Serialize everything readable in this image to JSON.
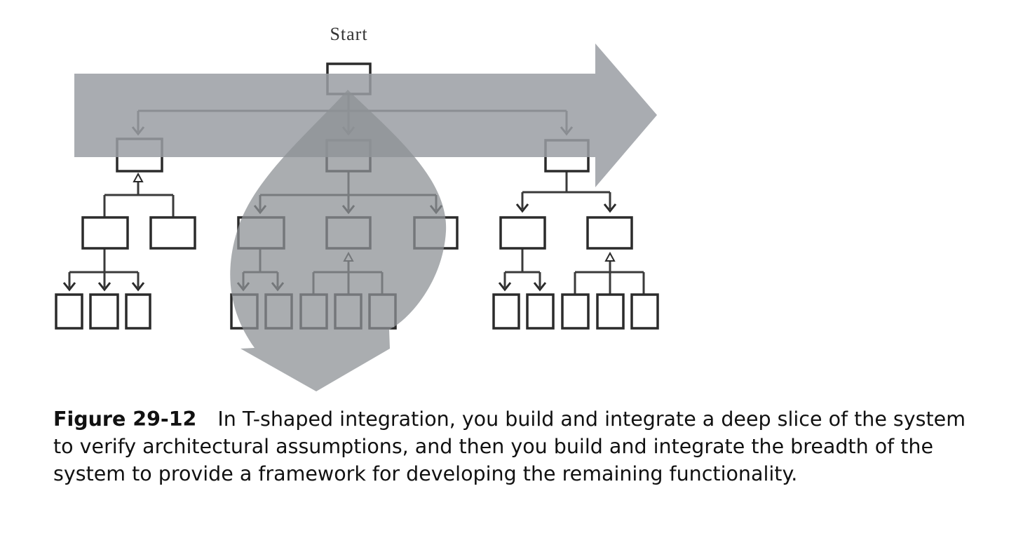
{
  "diagram": {
    "start_label": "Start",
    "colors": {
      "band": "#a4a7ac",
      "band_opacity": 0.95,
      "box_stroke": "#2b2b2b",
      "line_stroke": "#3a3a3a"
    }
  },
  "caption": {
    "figure_label": "Figure 29-12",
    "text": "In T-shaped integration, you build and integrate a deep slice of the system to verify architectural assumptions, and then you build and integrate the breadth of the system to provide a framework for developing the remaining functionality."
  }
}
